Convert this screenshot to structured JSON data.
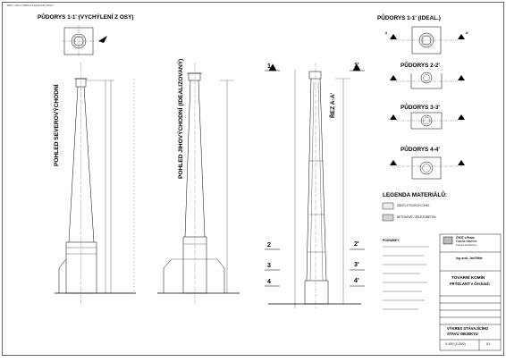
{
  "header": {
    "meta_line": "MPŘ. 1:200 VÝKRES STÁVAJÍCÍHO STAVU"
  },
  "plans": {
    "skewed": "PŮDORYS 1-1' (VYCHÝLENÍ Z OSY)",
    "ideal_1": "PŮDORYS 1-1' (IDEAL.)",
    "p2": "PŮDORYS 2-2'",
    "p3": "PŮDORYS 3-3'",
    "p4": "PŮDORYS 4-4'"
  },
  "elevations": {
    "north": "POHLED SEVEROVÝCHODNÍ",
    "south": "POHLED JIHOVÝCHODNÍ (IDEALIZOVANÝ)",
    "section": "ŘEZ A-A'"
  },
  "section_marks": {
    "s1": "1",
    "s1p": "1'",
    "s2": "2",
    "s2p": "2'",
    "s3": "3",
    "s3p": "3'",
    "s4": "4",
    "s4p": "4'",
    "a": "A",
    "ap": "A'"
  },
  "legend": {
    "title": "LEGENDA MATERIÁLŮ:",
    "item1": "ZDIVO Z PLNÝCH CIHEL",
    "item2": "BETONOVÉ / ŽELEZOBETON"
  },
  "notes": {
    "title": "POZNÁMKY:"
  },
  "title_block": {
    "school_1": "ČVUT v Praze",
    "school_2": "Fakulta stavební",
    "department": "Katedra architektury",
    "author": "Ing. arch. Jan Ritter",
    "project_1": "TOVÁRNÍ KOMÍN",
    "project_2": "FRÝDLANT v Čechách",
    "drawing_1": "VÝKRES STÁVAJÍCÍHO",
    "drawing_2": "STAVU OBJEKTU",
    "scale": "1:100 (1:200)",
    "sheet_no": "01"
  }
}
